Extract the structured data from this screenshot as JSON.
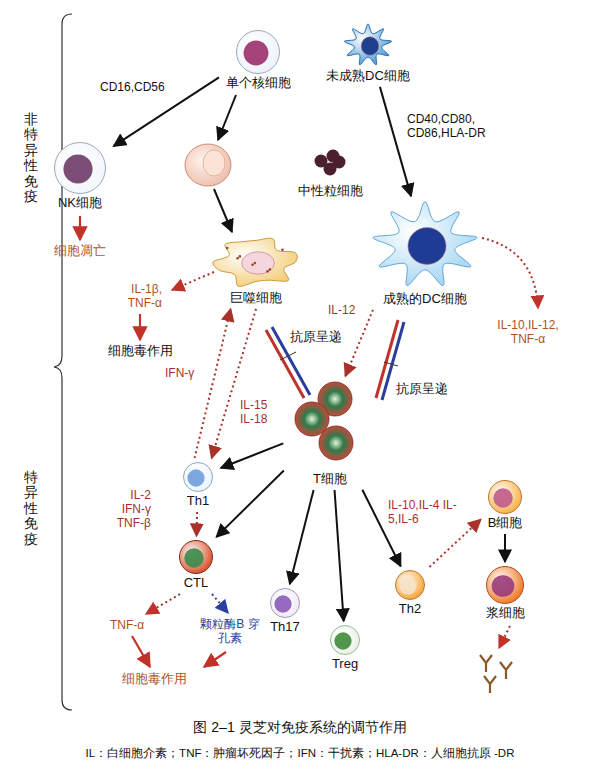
{
  "diagram": {
    "caption": "图 2–1 灵芝对免疫系统的调节作用",
    "nodes": [
      {
        "text": [
          "单个核细胞"
        ]
      },
      {
        "text": [
          "未成熟DC细胞"
        ]
      },
      {
        "text": [
          "NK细胞"
        ]
      },
      {
        "text": [
          "中性粒细胞"
        ]
      },
      {
        "text": [
          "巨噬细胞"
        ]
      },
      {
        "text": [
          "成熟的DC细胞"
        ]
      },
      {
        "text": [
          "T细胞"
        ]
      },
      {
        "text": [
          "Th1"
        ]
      },
      {
        "text": [
          "B细胞"
        ]
      },
      {
        "text": [
          "CTL"
        ]
      },
      {
        "text": [
          "Th2"
        ]
      },
      {
        "text": [
          "浆细胞"
        ]
      },
      {
        "text": [
          "Th17"
        ]
      },
      {
        "text": [
          "Treg"
        ]
      }
    ],
    "edges": [
      {
        "from": 0,
        "to": 2,
        "arrow": "to",
        "label": "CD16,CD56"
      },
      {
        "from": 1,
        "to": 5,
        "arrow": "to",
        "label": "CD40,CD80, CD86,HLA-DR"
      },
      {
        "from": 5,
        "to": 6,
        "arrow": "to",
        "label": "IL-12"
      },
      {
        "from": 7,
        "to": 4,
        "arrow": "to",
        "label": "IFN-γ"
      },
      {
        "from": 4,
        "to": 7,
        "arrow": "to",
        "label": "IL-15 IL-18"
      },
      {
        "from": 6,
        "to": 7,
        "arrow": "to"
      },
      {
        "from": 6,
        "to": 9,
        "arrow": "to"
      },
      {
        "from": 6,
        "to": 12,
        "arrow": "to"
      },
      {
        "from": 6,
        "to": 13,
        "arrow": "to"
      },
      {
        "from": 6,
        "to": 10,
        "arrow": "to"
      },
      {
        "from": 7,
        "to": 9,
        "arrow": "to",
        "label": "IL-2 IFN-γ TNF-β"
      },
      {
        "from": 10,
        "to": 8,
        "arrow": "to",
        "label": "IL-10,IL-4 IL-5,IL-6"
      },
      {
        "from": 8,
        "to": 11,
        "arrow": "to"
      }
    ],
    "labels": [
      "非特异性免疫",
      "特异性免疫",
      "细胞凋亡",
      "IL-1β, TNF-α",
      "细胞毒作用",
      "抗原呈递",
      "抗原呈递",
      "IL-10,IL-12, TNF-α",
      "TNF-α",
      "颗粒酶B 穿孔素",
      "细胞毒作用",
      "IL：白细胞介素；TNF：肿瘤坏死因子；IFN：干扰素；HLA-DR：人细胞抗原 -DR"
    ]
  }
}
